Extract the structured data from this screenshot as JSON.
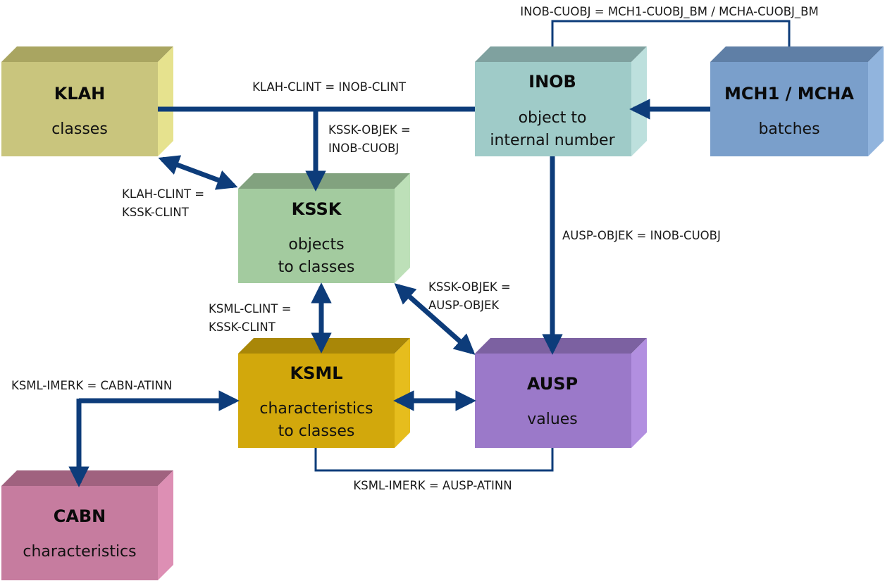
{
  "title": "SAP classification tables relationship diagram",
  "colors": {
    "connector": "#0d3c7a",
    "background": "#ffffff"
  },
  "boxes": {
    "klah": {
      "title": "KLAH",
      "lines": [
        "classes"
      ],
      "front": "#c9c57d",
      "top": "#a9a561",
      "side": "#e6e28e"
    },
    "inob": {
      "title": "INOB",
      "lines": [
        "object to",
        "internal number"
      ],
      "front": "#9fcbc8",
      "top": "#7fa19f",
      "side": "#bde0dd"
    },
    "mch": {
      "title": "MCH1 / MCHA",
      "lines": [
        "batches"
      ],
      "front": "#7a9fcb",
      "top": "#5f7fa6",
      "side": "#91b4dd"
    },
    "kssk": {
      "title": "KSSK",
      "lines": [
        "objects",
        "to classes"
      ],
      "front": "#a3cb9f",
      "top": "#82a27f",
      "side": "#bde0b8"
    },
    "ksml": {
      "title": "KSML",
      "lines": [
        "characteristics",
        "to classes"
      ],
      "front": "#d2a80c",
      "top": "#a98708",
      "side": "#e6bd1d"
    },
    "ausp": {
      "title": "AUSP",
      "lines": [
        "values"
      ],
      "front": "#9b79c9",
      "top": "#7c61a1",
      "side": "#b28fe0"
    },
    "cabn": {
      "title": "CABN",
      "lines": [
        "characteristics"
      ],
      "front": "#c67c9f",
      "top": "#a0627f",
      "side": "#dd8fb4"
    }
  },
  "relations": {
    "inob_mch": "INOB-CUOBJ = MCH1-CUOBJ_BM / MCHA-CUOBJ_BM",
    "klah_inob": "KLAH-CLINT = INOB-CLINT",
    "kssk_inob": [
      "KSSK-OBJEK =",
      "INOB-CUOBJ"
    ],
    "klah_kssk": [
      "KLAH-CLINT =",
      "KSSK-CLINT"
    ],
    "ausp_inob": "AUSP-OBJEK = INOB-CUOBJ",
    "kssk_ausp": [
      "KSSK-OBJEK =",
      "AUSP-OBJEK"
    ],
    "ksml_kssk": [
      "KSML-CLINT =",
      "KSSK-CLINT"
    ],
    "ksml_cabn": "KSML-IMERK = CABN-ATINN",
    "ksml_ausp": "KSML-IMERK = AUSP-ATINN"
  }
}
